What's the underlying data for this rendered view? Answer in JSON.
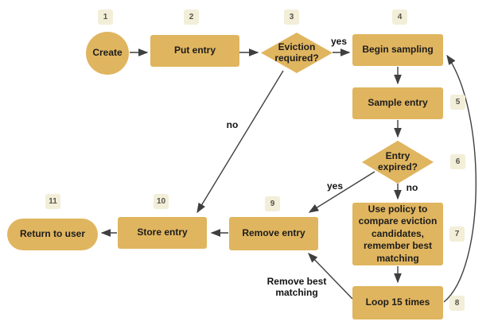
{
  "colors": {
    "node_fill": "#E0B55F",
    "badge_fill": "#F2EED8",
    "line": "#3f3f3f",
    "background": "#ffffff"
  },
  "nodes": [
    {
      "num": "1",
      "label": "Create"
    },
    {
      "num": "2",
      "label": "Put entry"
    },
    {
      "num": "3",
      "label": "Eviction required?"
    },
    {
      "num": "4",
      "label": "Begin sampling"
    },
    {
      "num": "5",
      "label": "Sample entry"
    },
    {
      "num": "6",
      "label": "Entry expired?"
    },
    {
      "num": "7",
      "label": "Use policy to compare eviction candidates, remember best matching"
    },
    {
      "num": "8",
      "label": "Loop 15 times"
    },
    {
      "num": "9",
      "label": "Remove entry"
    },
    {
      "num": "10",
      "label": "Store entry"
    },
    {
      "num": "11",
      "label": "Return to user"
    }
  ],
  "edge_labels": {
    "eviction_yes": "yes",
    "eviction_no": "no",
    "expired_yes": "yes",
    "expired_no": "no",
    "loop_to_remove": "Remove best matching"
  }
}
